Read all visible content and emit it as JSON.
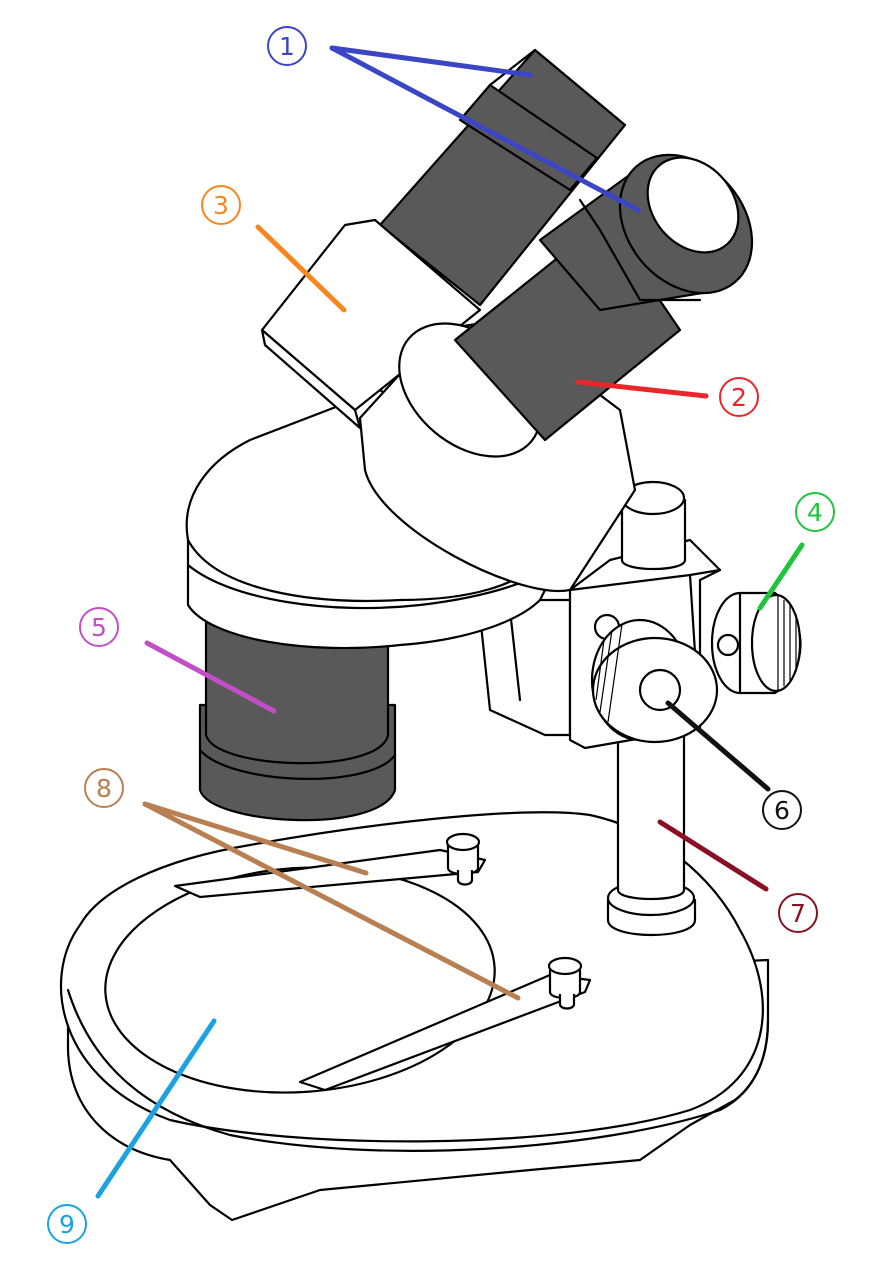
{
  "labels": [
    {
      "id": "1",
      "text": "1",
      "color": "#3b46c6"
    },
    {
      "id": "2",
      "text": "2",
      "color": "#e8262b"
    },
    {
      "id": "3",
      "text": "3",
      "color": "#f7861f"
    },
    {
      "id": "4",
      "text": "4",
      "color": "#1fc43b"
    },
    {
      "id": "5",
      "text": "5",
      "color": "#c24fc6"
    },
    {
      "id": "6",
      "text": "6",
      "color": "#111111"
    },
    {
      "id": "7",
      "text": "7",
      "color": "#8b0f22"
    },
    {
      "id": "8",
      "text": "8",
      "color": "#b87f52"
    },
    {
      "id": "9",
      "text": "9",
      "color": "#1aa3e0"
    }
  ],
  "colors": {
    "dark_parts": "#595959",
    "light_parts": "#ffffff",
    "outline": "#000000"
  }
}
